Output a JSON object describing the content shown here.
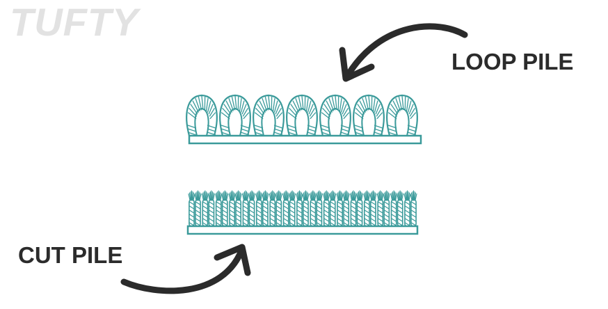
{
  "brand": {
    "logo_text": "TUFTY"
  },
  "labels": {
    "loop_pile": "LOOP PILE",
    "cut_pile": "CUT PILE"
  },
  "colors": {
    "teal": "#3a9a9a",
    "arrow": "#2b2b2b",
    "logo": "#e2e2e2",
    "text": "#2b2b2b"
  },
  "diagram": {
    "loop_count": 7,
    "cut_tuft_count": 17
  }
}
